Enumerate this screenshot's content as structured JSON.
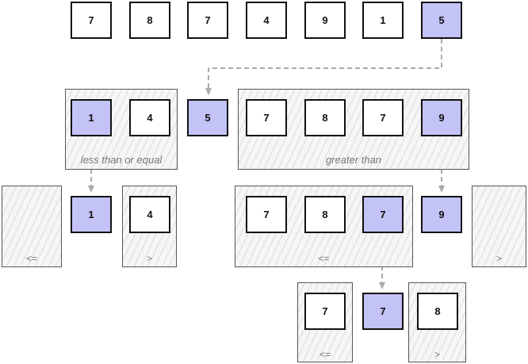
{
  "initial_array": [
    "7",
    "8",
    "7",
    "4",
    "9",
    "1",
    "5"
  ],
  "level1": {
    "left_values": [
      "1",
      "4"
    ],
    "left_label": "less than or equal",
    "pivot": "5",
    "right_values": [
      "7",
      "8",
      "7",
      "9"
    ],
    "right_label": "greater than"
  },
  "level2_left": {
    "le_label": "<=",
    "pivot": "1",
    "gt_values": [
      "4"
    ],
    "gt_label": ">"
  },
  "level2_right": {
    "le_values": [
      "7",
      "8",
      "7"
    ],
    "le_label": "<=",
    "pivot": "9",
    "gt_label": ">"
  },
  "level3": {
    "le_values": [
      "7"
    ],
    "le_label": "<=",
    "pivot": "7",
    "gt_values": [
      "8"
    ],
    "gt_label": ">"
  },
  "colors": {
    "pivot_fill": "#c3c3f7",
    "cell_border": "#111111",
    "group_border": "#555555",
    "arrow": "#aaaaaa",
    "label": "#777777"
  }
}
